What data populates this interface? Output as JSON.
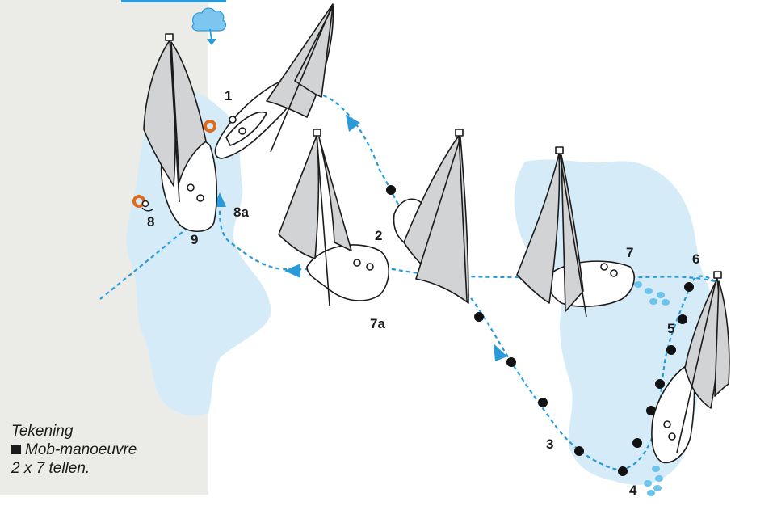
{
  "caption": {
    "line1": "Tekening",
    "line2": "Mob-manoeuvre",
    "line3": "2 x 7 tellen."
  },
  "labels": {
    "p1": "1",
    "p2": "2",
    "p3": "3",
    "p4": "4",
    "p5": "5",
    "p6": "6",
    "p7": "7",
    "p7a": "7a",
    "p8": "8",
    "p8a": "8a",
    "p9": "9"
  },
  "colors": {
    "shore": "#ebebe8",
    "water": "#d5ecf8",
    "route": "#2a9bd8",
    "dot": "#111111",
    "sail": "#d2d3d4",
    "hull": "#ffffff",
    "ink": "#1b1b1b"
  },
  "icons": [
    "cloud-wind-icon",
    "lifebuoy-icon",
    "person-overboard-icon"
  ]
}
